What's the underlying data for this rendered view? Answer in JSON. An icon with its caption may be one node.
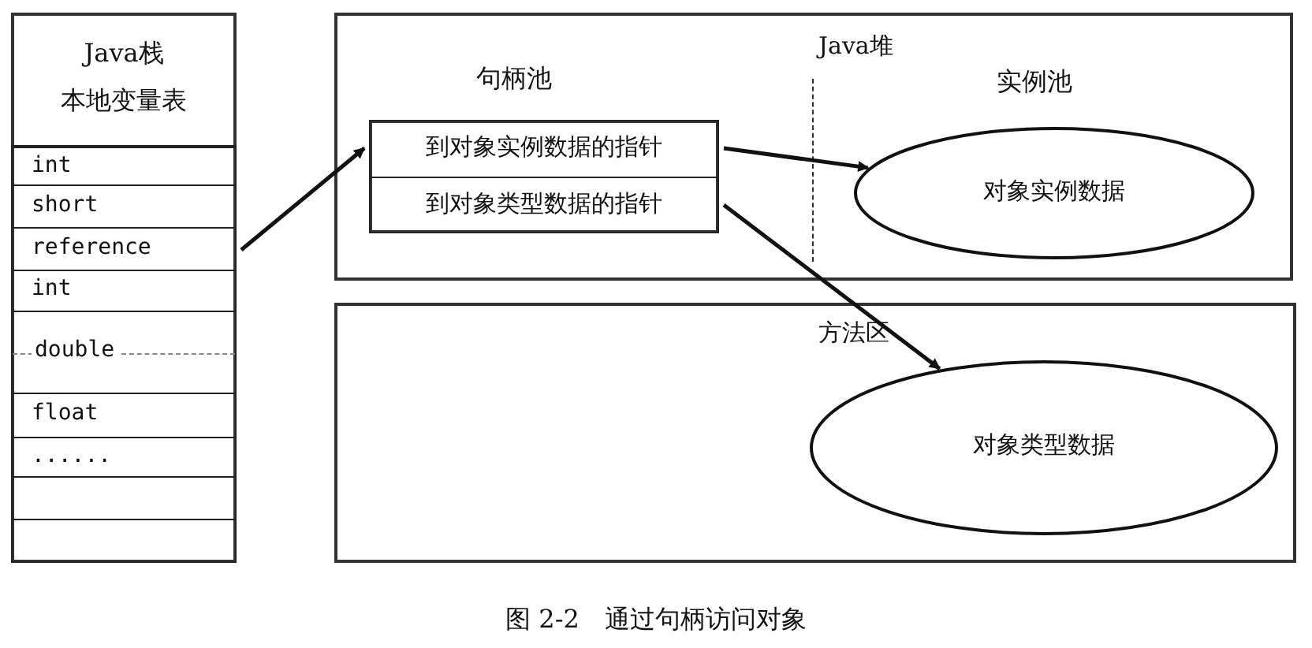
{
  "diagram": {
    "caption": "图 2-2　通过句柄访问对象",
    "nodes": [
      {
        "text": [
          "Java栈",
          "本地变量表"
        ]
      },
      {
        "text": [
          "int"
        ],
        "in": 0
      },
      {
        "text": [
          "short"
        ],
        "in": 0
      },
      {
        "text": [
          "reference"
        ],
        "in": 0
      },
      {
        "text": [
          "int"
        ],
        "in": 0
      },
      {
        "text": [
          "double"
        ],
        "in": 0
      },
      {
        "text": [
          "float"
        ],
        "in": 0
      },
      {
        "text": [
          "......"
        ],
        "in": 0
      },
      {
        "text": [],
        "shape": "box",
        "in": 0
      },
      {
        "text": [],
        "shape": "box",
        "in": 0
      },
      {
        "text": [
          "Java堆"
        ]
      },
      {
        "text": [],
        "shape": "box",
        "in": 10,
        "beside": [
          "句柄池"
        ]
      },
      {
        "text": [
          "到对象实例数据的指针"
        ],
        "in": 11
      },
      {
        "text": [
          "到对象类型数据的指针"
        ],
        "in": 11
      },
      {
        "text": [
          "对象实例数据"
        ],
        "in": 10,
        "beside": [
          "实例池"
        ]
      },
      {
        "text": [
          "方法区"
        ]
      },
      {
        "text": [
          "对象类型数据"
        ],
        "in": 15
      }
    ],
    "edges": [
      {
        "from": 3,
        "to": 12,
        "arrow": "to"
      },
      {
        "from": 12,
        "to": 14,
        "arrow": "to"
      },
      {
        "from": 13,
        "to": 16,
        "arrow": "to"
      }
    ]
  }
}
